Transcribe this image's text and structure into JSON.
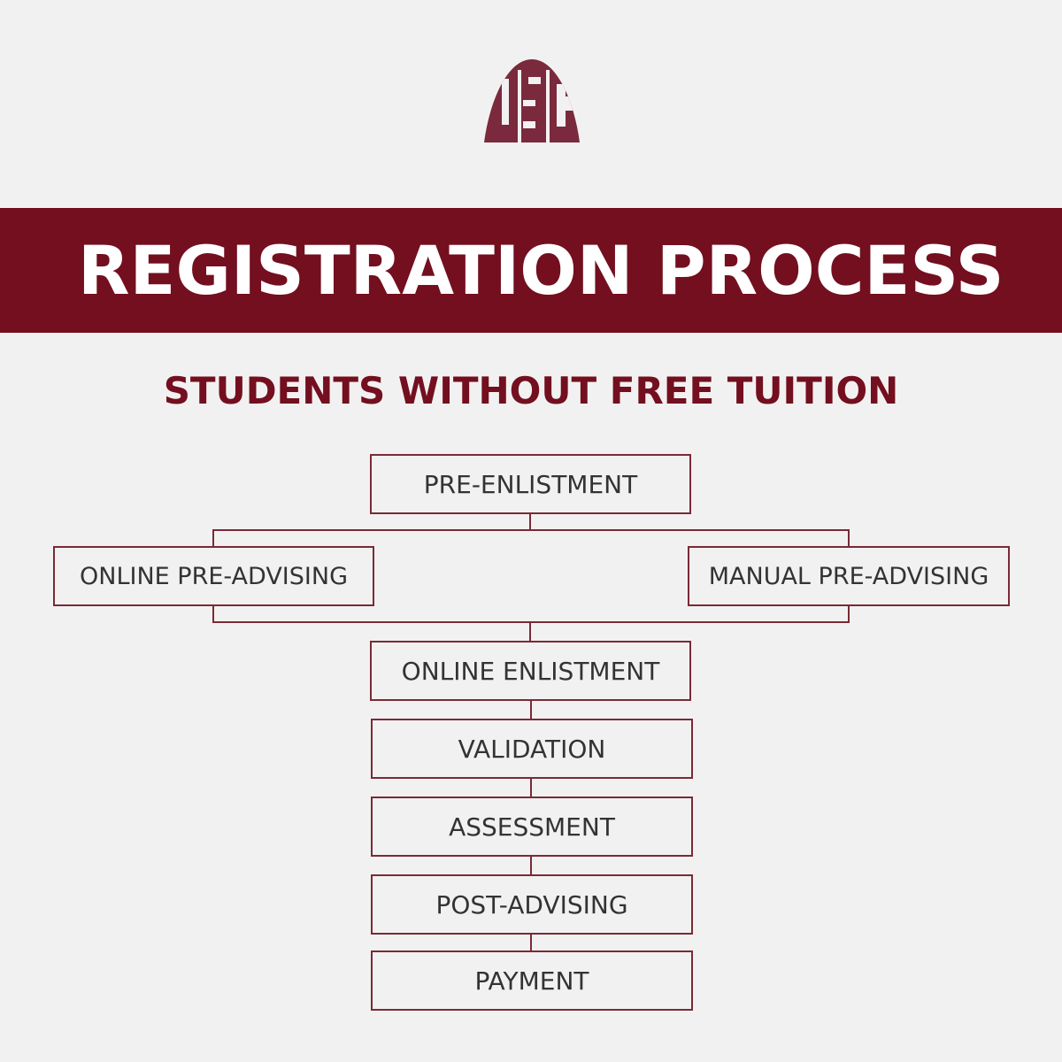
{
  "logo": {
    "text": "USC",
    "color": "#7a2a3c"
  },
  "banner": {
    "title": "REGISTRATION PROCESS",
    "color": "#730f1f"
  },
  "subtitle": "STUDENTS WITHOUT FREE TUITION",
  "flow": {
    "pre_enlistment": "PRE-ENLISTMENT",
    "online_pre_advising": "ONLINE PRE-ADVISING",
    "manual_pre_advising": "MANUAL PRE-ADVISING",
    "online_enlistment": "ONLINE ENLISTMENT",
    "validation": "VALIDATION",
    "assessment": "ASSESSMENT",
    "post_advising": "POST-ADVISING",
    "payment": "PAYMENT"
  },
  "colors": {
    "background": "#f2f1f1",
    "accent": "#730f1f",
    "box_border": "#7a2a36",
    "box_text": "#333333"
  }
}
